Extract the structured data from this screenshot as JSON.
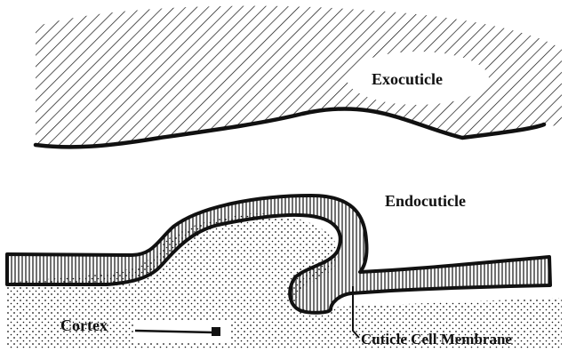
{
  "labels": {
    "exocuticle": "Exocuticle",
    "endocuticle": "Endocuticle",
    "cortex": "Cortex",
    "cuticle_cell_membrane": "Cuticle Cell Membrane"
  },
  "colors": {
    "ink": "#111111",
    "background": "#ffffff"
  }
}
